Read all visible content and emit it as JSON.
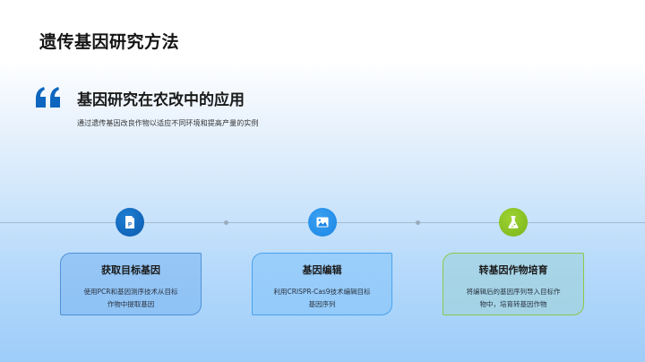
{
  "header": {
    "title": "遗传基因研究方法"
  },
  "section": {
    "quote_icon": "quote-icon",
    "title": "基因研究在农改中的应用",
    "subtitle": "通过遗传基因改良作物以适应不同环境和提高产量的实例"
  },
  "timeline": {
    "line_color": "#a7b8c8",
    "steps": [
      {
        "icon": "document-p-icon",
        "icon_color": "#0b5aae",
        "title": "获取目标基因",
        "description": "使用PCR和基因测序技术从目标作物中提取基因",
        "border_color": "#4f90d6"
      },
      {
        "icon": "image-icon",
        "icon_color": "#1a86e6",
        "title": "基因编辑",
        "description": "利用CRISPR-Cas9技术编辑目标基因序列",
        "border_color": "#4aa3ec"
      },
      {
        "icon": "flask-icon",
        "icon_color": "#7ab51a",
        "title": "转基因作物培育",
        "description": "将编辑后的基因序列导入目标作物中，培育转基因作物",
        "border_color": "#8cc84b"
      }
    ]
  }
}
